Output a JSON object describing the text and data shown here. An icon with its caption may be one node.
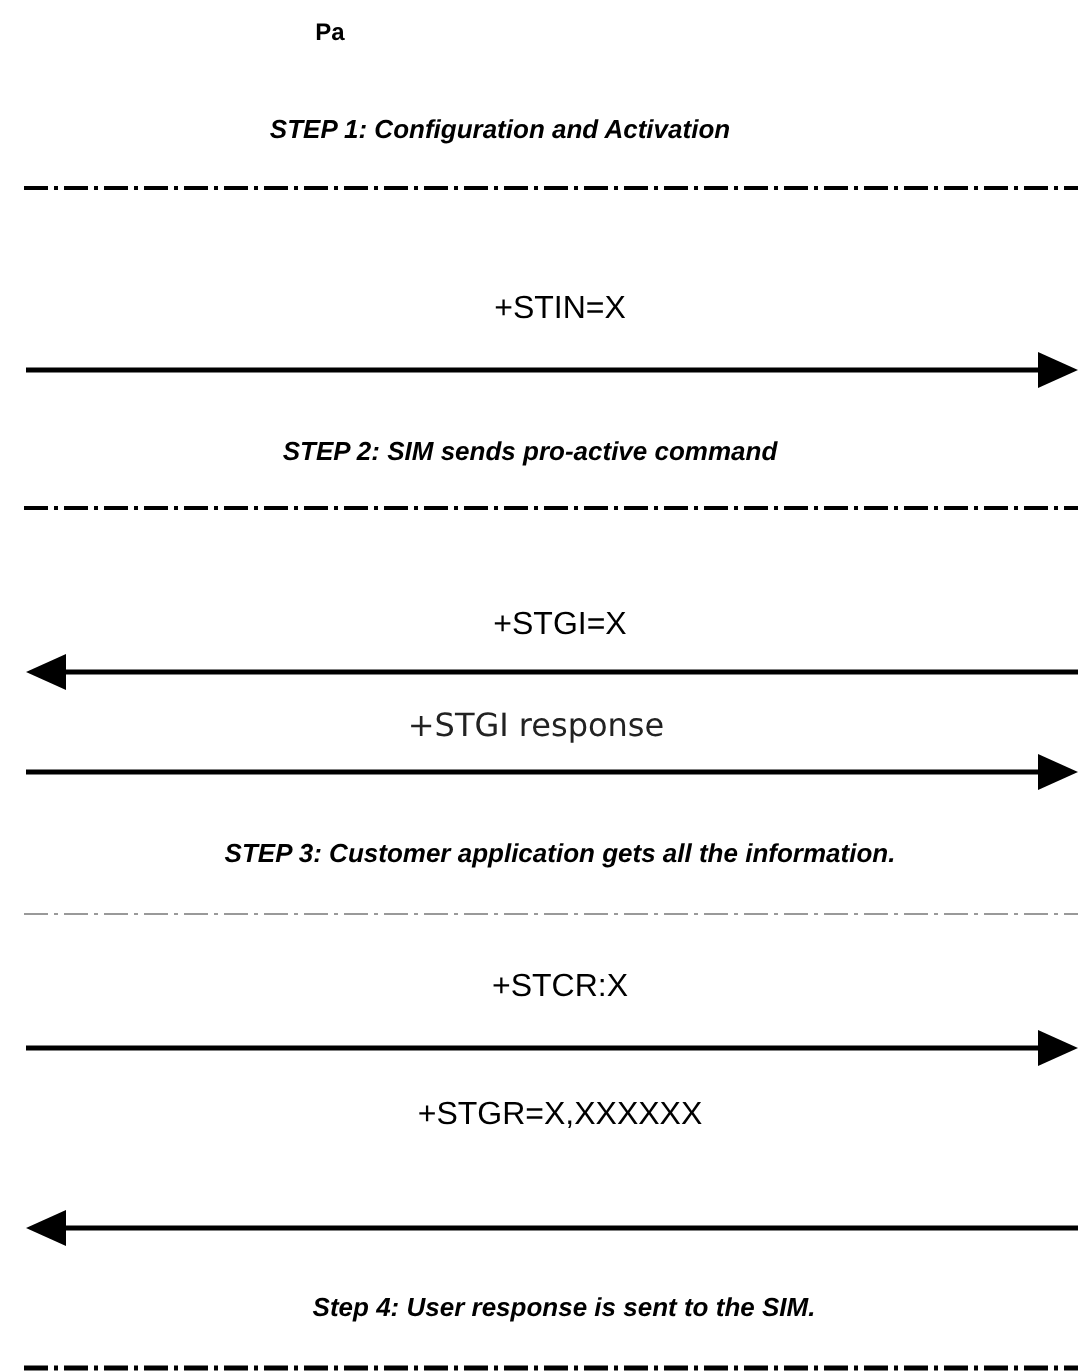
{
  "diagram": {
    "labels": [
      "Pa",
      "STEP 1: Configuration and Activation",
      "+STIN=X",
      "STEP 2: SIM sends pro-active command",
      "+STGI=X",
      "+STGI response",
      "STEP 3: Customer application gets all the information.",
      "+STCR:X",
      "+STGR=X,XXXXXX",
      "Step 4: User response is sent to the SIM."
    ]
  }
}
